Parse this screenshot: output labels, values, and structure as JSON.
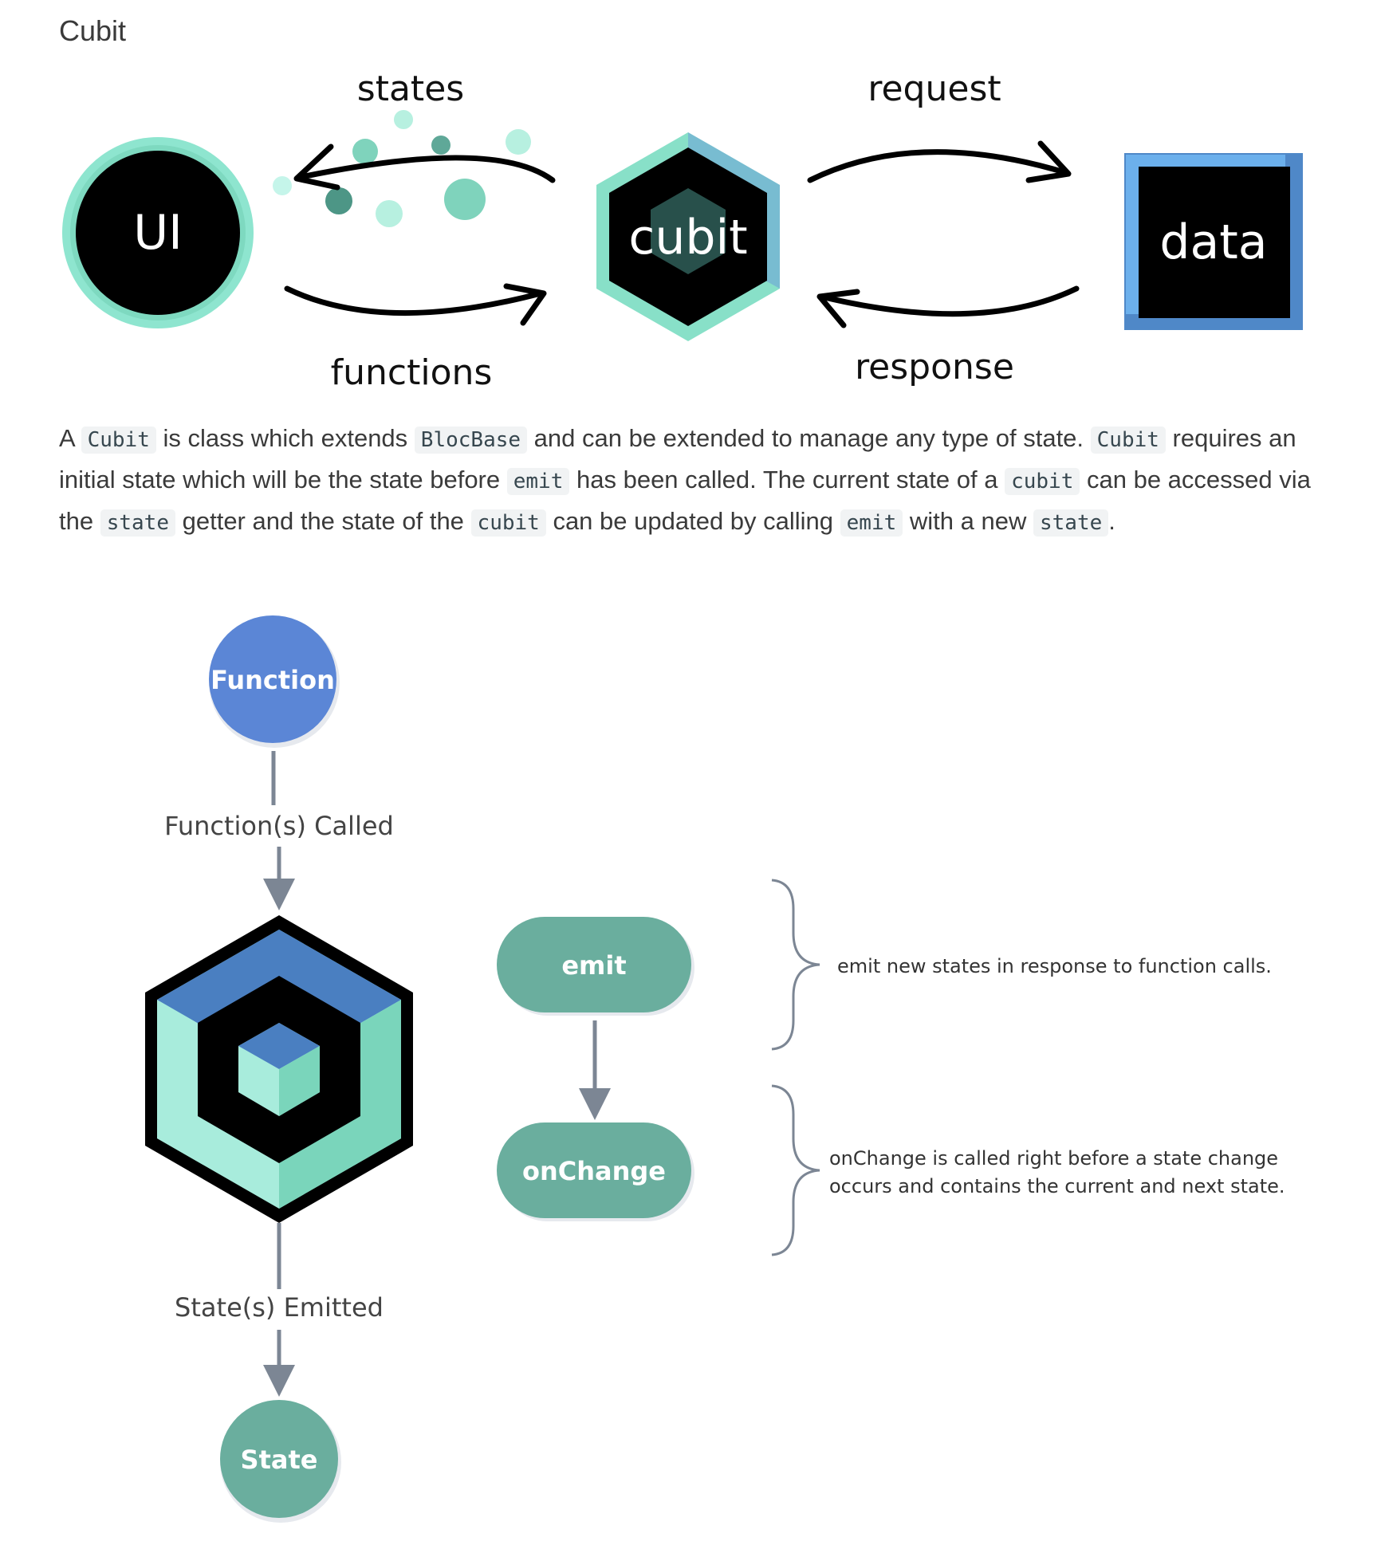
{
  "heading": "Cubit",
  "top_diagram": {
    "ui_label": "UI",
    "cubit_label": "cubit",
    "data_label": "data",
    "states_label": "states",
    "functions_label": "functions",
    "request_label": "request",
    "response_label": "response"
  },
  "paragraph": {
    "t1": "A ",
    "c1": "Cubit",
    "t2": " is class which extends ",
    "c2": "BlocBase",
    "t3": " and can be extended to manage any type of state. ",
    "c3": "Cubit",
    "t4": " requires an initial state which will be the state before ",
    "c4": "emit",
    "t5": " has been called. The current state of a ",
    "c5": "cubit",
    "t6": " can be accessed via the ",
    "c6": "state",
    "t7": " getter and the state of the ",
    "c7": "cubit",
    "t8": " can be updated by calling ",
    "c8": "emit",
    "t9": " with a new ",
    "c9": "state",
    "t10": "."
  },
  "flow_diagram": {
    "function_node": "Function",
    "functions_called": "Function(s) Called",
    "states_emitted": "State(s) Emitted",
    "state_node": "State",
    "emit_node": "emit",
    "onchange_node": "onChange",
    "emit_desc": "emit new states in response to function calls.",
    "onchange_desc_1": "onChange is called right before a state change",
    "onchange_desc_2": "occurs and contains the current and next state."
  },
  "colors": {
    "teal": "#6aae9e",
    "mint": "#86e0c8",
    "blue": "#5b86d6",
    "hex_blue": "#4a7fc1",
    "data_border": "#5ea0e0",
    "gray_line": "#7c8694"
  }
}
